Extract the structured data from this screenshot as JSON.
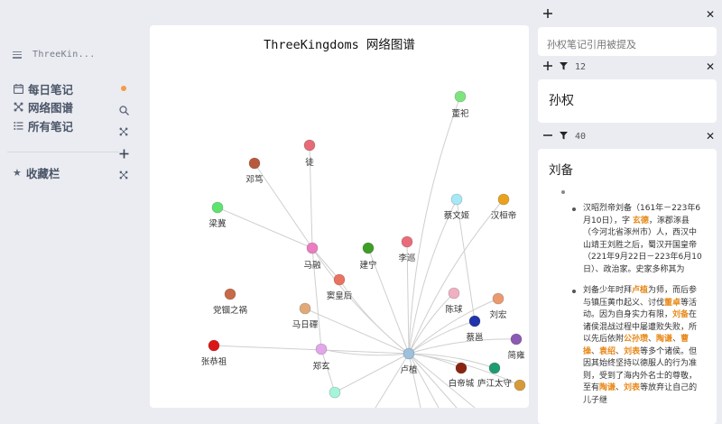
{
  "sidebar": {
    "title": "ThreeKin...",
    "items": [
      {
        "label": "每日笔记",
        "icon": "calendar-icon"
      },
      {
        "label": "网络图谱",
        "icon": "graph-icon"
      },
      {
        "label": "所有笔记",
        "icon": "list-icon"
      }
    ],
    "favorites_label": "收藏栏"
  },
  "graph": {
    "title": "ThreeKingdoms 网络图谱"
  },
  "right": {
    "search_placeholder": "孙权笔记引用被提及",
    "filter_count": "12",
    "middle_title": "孙权",
    "doc_count": "40",
    "doc_title": "刘备",
    "para1": [
      {
        "t": "汉昭烈帝刘备（161年－223年6月10日），字 ",
        "h": false
      },
      {
        "t": "玄德",
        "h": true
      },
      {
        "t": "，涿郡涿县（今河北省涿州市）人，西汉中山靖王刘胜之后，蜀汉开国皇帝（221年9月22日－223年6月10日）、政治家。史家多称其为",
        "h": false
      }
    ],
    "para2": [
      {
        "t": "刘备少年时拜",
        "h": false
      },
      {
        "t": "卢植",
        "h": true
      },
      {
        "t": "为师，而后参与镇压黄巾起义、讨伐",
        "h": false
      },
      {
        "t": "董卓",
        "h": true
      },
      {
        "t": "等活动。因为自身实力有限，",
        "h": false
      },
      {
        "t": "刘备",
        "h": true
      },
      {
        "t": "在诸侯混战过程中屡遭败失败，所以先后依附",
        "h": false
      },
      {
        "t": "公孙瓒",
        "h": true
      },
      {
        "t": "、",
        "h": false
      },
      {
        "t": "陶谦",
        "h": true
      },
      {
        "t": "、",
        "h": false
      },
      {
        "t": "曹操",
        "h": true
      },
      {
        "t": "、",
        "h": false
      },
      {
        "t": "袁绍",
        "h": true
      },
      {
        "t": "、",
        "h": false
      },
      {
        "t": "刘表",
        "h": true
      },
      {
        "t": "等多个诸侯。但因其始终坚持以德服人的行为准则，受到了海内外名士的尊敬，至有",
        "h": false
      },
      {
        "t": "陶谦",
        "h": true
      },
      {
        "t": "、",
        "h": false
      },
      {
        "t": "刘表",
        "h": true
      },
      {
        "t": "等放弃让自己的儿子继",
        "h": false
      }
    ]
  },
  "colors": {
    "accent": "#f39c45",
    "highlight": "#e8891a",
    "edge": "#cfcfcf"
  },
  "nodes": [
    {
      "id": "董祀",
      "label": "董祀",
      "color": "#7ee57e"
    },
    {
      "id": "徒",
      "label": "徒",
      "color": "#e56b76"
    },
    {
      "id": "邓笃",
      "label": "邓笃",
      "color": "#b9593c"
    },
    {
      "id": "梁冀",
      "label": "梁冀",
      "color": "#5de470"
    },
    {
      "id": "蔡文姬",
      "label": "蔡文姬",
      "color": "#a6e8f5"
    },
    {
      "id": "汉桓帝",
      "label": "汉桓帝",
      "color": "#eaa11c"
    },
    {
      "id": "马融",
      "label": "马融",
      "color": "#ec7cc0"
    },
    {
      "id": "建宁",
      "label": "建宁",
      "color": "#3e9e26"
    },
    {
      "id": "李巡",
      "label": "李巡",
      "color": "#e86c7a"
    },
    {
      "id": "窦皇后",
      "label": "窦皇后",
      "color": "#ea7260"
    },
    {
      "id": "党锢之祸",
      "label": "党锢之祸",
      "color": "#c76a47"
    },
    {
      "id": "马日磾",
      "label": "马日磾",
      "color": "#dfaa78"
    },
    {
      "id": "陈球",
      "label": "陈球",
      "color": "#efb0c2"
    },
    {
      "id": "刘宏",
      "label": "刘宏",
      "color": "#ea9a6e"
    },
    {
      "id": "蔡邕",
      "label": "蔡邕",
      "color": "#2134ac"
    },
    {
      "id": "简雍",
      "label": "简雍",
      "color": "#8b5ab3"
    },
    {
      "id": "张恭祖",
      "label": "张恭祖",
      "color": "#dc1616"
    },
    {
      "id": "郑玄",
      "label": "郑玄",
      "color": "#e2a6ea"
    },
    {
      "id": "卢植",
      "label": "卢植",
      "color": "#9dc1dd"
    },
    {
      "id": "白帝城",
      "label": "白帝城",
      "color": "#8a2410"
    },
    {
      "id": "庐江太守",
      "label": "庐江太守",
      "color": "#1f9b72"
    },
    {
      "id": "n-bottom-a",
      "label": "",
      "color": "#a5f5d8"
    },
    {
      "id": "n-bottom-b",
      "label": "",
      "color": "#d69a3a"
    }
  ]
}
